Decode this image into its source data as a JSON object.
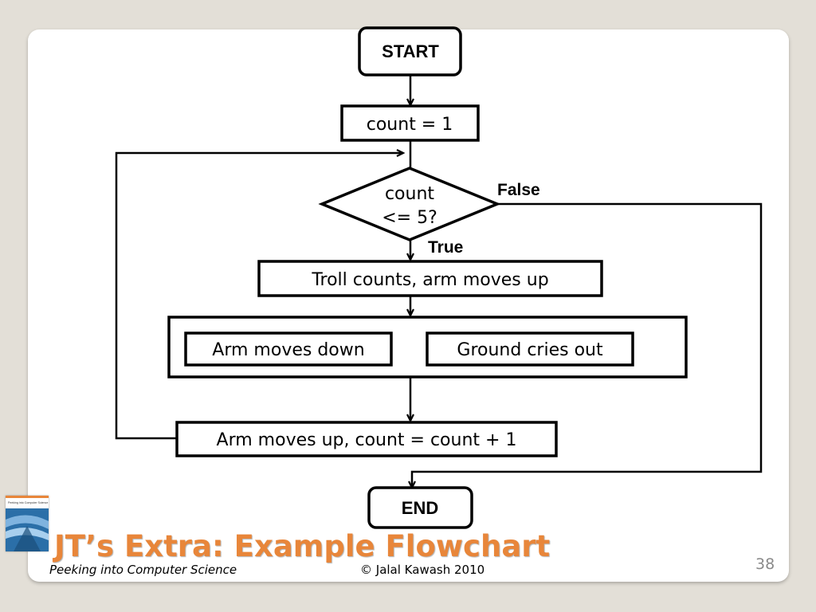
{
  "slide": {
    "title": "JT’s Extra: Example Flowchart",
    "footer_left": "Peeking into Computer Science",
    "footer_center": "© Jalal Kawash 2010",
    "page_number": "38",
    "accent_color": "#e8863a"
  },
  "flowchart": {
    "start_label": "START",
    "init_label": "count = 1",
    "decision_line1": "count",
    "decision_line2": "<= 5?",
    "false_label": "False",
    "true_label": "True",
    "step1_label": "Troll counts, arm moves up",
    "parallel_left_label": "Arm moves down",
    "parallel_right_label": "Ground cries out",
    "update_label": "Arm moves up, count = count + 1",
    "end_label": "END"
  },
  "book_cover": {
    "title": "Peeking into Computer Science"
  }
}
